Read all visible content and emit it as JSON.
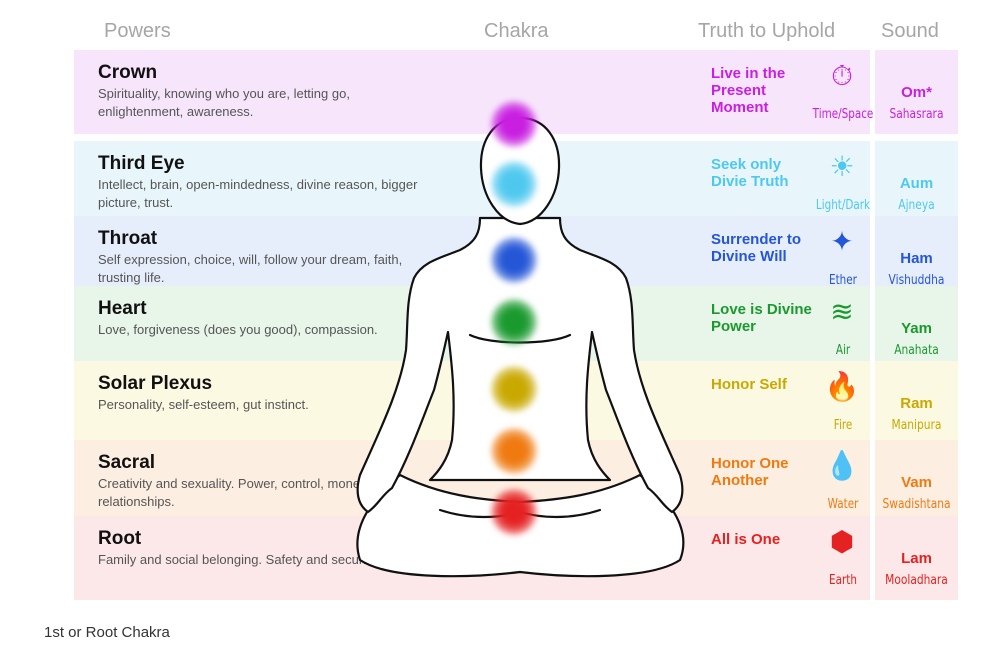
{
  "headers": {
    "powers": "Powers",
    "chakra": "Chakra",
    "truth": "Truth to Uphold",
    "sound": "Sound"
  },
  "rows": [
    {
      "name": "Crown",
      "desc": "Spirituality, knowing who you are, letting go, enlightenment, awareness.",
      "truth": "Live in the Present Moment",
      "element": "Time/Space",
      "icon": "clock-icon",
      "sound": "Om*",
      "sanskrit": "Sahasrara",
      "color": "#c81fe0",
      "band": "#f7e6fb"
    },
    {
      "name": "Third Eye",
      "desc": "Intellect, brain, open-mindedness, divine reason, bigger picture, trust.",
      "truth": "Seek only Divie Truth",
      "element": "Light/Dark",
      "icon": "sun-icon",
      "sound": "Aum",
      "sanskrit": "Ajneya",
      "color": "#4fc8ef",
      "band": "#e8f6fc"
    },
    {
      "name": "Throat",
      "desc": "Self expression, choice, will, follow your dream, faith, trusting life.",
      "truth": "Surrender to Divine Will",
      "element": "Ether",
      "icon": "figure-icon",
      "sound": "Ham",
      "sanskrit": "Vishuddha",
      "color": "#2456d6",
      "band": "#e7eefb"
    },
    {
      "name": "Heart",
      "desc": "Love, forgiveness (does you good), compassion.",
      "truth": "Love is Divine Power",
      "element": "Air",
      "icon": "wind-icon",
      "sound": "Yam",
      "sanskrit": "Anahata",
      "color": "#1a9a2e",
      "band": "#e8f5e9"
    },
    {
      "name": "Solar Plexus",
      "desc": "Personality, self-esteem, gut instinct.",
      "truth": "Honor Self",
      "element": "Fire",
      "icon": "flame-icon",
      "sound": "Ram",
      "sanskrit": "Manipura",
      "color": "#c9a800",
      "band": "#fcf9e3"
    },
    {
      "name": "Sacral",
      "desc": "Creativity and sexuality. Power, control, money, relationships.",
      "truth": "Honor One Another",
      "element": "Water",
      "icon": "droplets-icon",
      "sound": "Vam",
      "sanskrit": "Swadishtana",
      "color": "#ef7a10",
      "band": "#fdeee2"
    },
    {
      "name": "Root",
      "desc": "Family and social belonging. Safety and security.",
      "truth": "All is One",
      "element": "Earth",
      "icon": "earth-icon",
      "sound": "Lam",
      "sanskrit": "Mooladhara",
      "color": "#e52222",
      "band": "#fce8e8"
    }
  ],
  "caption": "1st or Root Chakra"
}
